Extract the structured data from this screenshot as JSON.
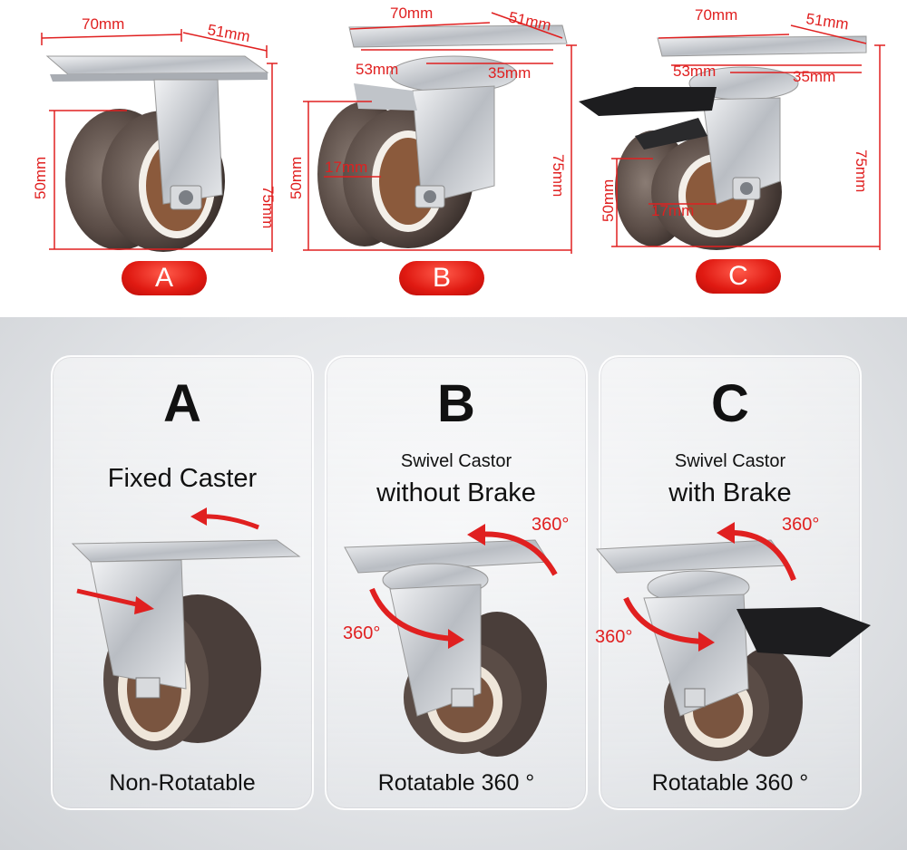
{
  "top": {
    "panels": [
      {
        "badge": "A",
        "width": "70mm",
        "depth": "51mm",
        "wheel_height": "50mm",
        "total_height": "75mm"
      },
      {
        "badge": "B",
        "width": "70mm",
        "depth": "51mm",
        "hole_x": "53mm",
        "hole_y": "35mm",
        "wheel_height": "50mm",
        "total_height": "75mm",
        "wheel_width": "17mm"
      },
      {
        "badge": "C",
        "width": "70mm",
        "depth": "51mm",
        "hole_x": "53mm",
        "hole_y": "35mm",
        "wheel_height": "50mm",
        "total_height": "75mm",
        "wheel_width": "17mm"
      }
    ]
  },
  "cards": [
    {
      "letter": "A",
      "title_main": "Fixed Caster",
      "footer": "Non-Rotatable"
    },
    {
      "letter": "B",
      "title_sub": "Swivel Castor",
      "title_main": "without Brake",
      "footer": "Rotatable 360 °",
      "rotation": "360°"
    },
    {
      "letter": "C",
      "title_sub": "Swivel Castor",
      "title_main": "with Brake",
      "footer": "Rotatable 360 °",
      "rotation": "360°"
    }
  ],
  "colors": {
    "dimension": "#e02020",
    "badge": "#e01a12",
    "wheel": "#5a4c46",
    "metal": "#c9ccd1"
  }
}
